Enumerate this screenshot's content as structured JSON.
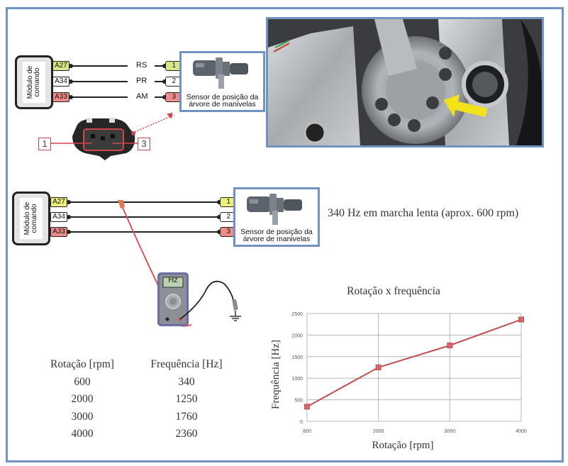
{
  "diagram_top": {
    "module_label": "Módulo de comando",
    "module_pins": [
      {
        "label": "A27",
        "color": "#d6e886"
      },
      {
        "label": "A34",
        "color": "#ffffff"
      },
      {
        "label": "A33",
        "color": "#ee8c8c"
      }
    ],
    "signals": [
      "RS",
      "PR",
      "AM"
    ],
    "sensor_pins": [
      {
        "label": "1",
        "color": "#d6e886"
      },
      {
        "label": "2",
        "color": "#ffffff"
      },
      {
        "label": "3",
        "color": "#ee8c8c"
      }
    ],
    "sensor_caption": "Sensor de posição da árvore de manivelas",
    "connector_callouts": [
      "1",
      "3"
    ]
  },
  "photo": {
    "subject": "crankshaft timing gear with position sensor",
    "arrow_color": "#f4e21a"
  },
  "diagram_bottom": {
    "module_label": "Módulo de comando",
    "module_pins": [
      {
        "label": "A27",
        "color": "#ecef7a"
      },
      {
        "label": "A34",
        "color": "#ffffff"
      },
      {
        "label": "A33",
        "color": "#ee8c8c"
      }
    ],
    "sensor_pins": [
      {
        "label": "1",
        "color": "#ecef7a"
      },
      {
        "label": "2",
        "color": "#ffffff"
      },
      {
        "label": "3",
        "color": "#ee8c8c"
      }
    ],
    "sensor_caption": "Sensor de posição da árvore de manivelas",
    "multimeter_display": "Hz",
    "probe_color": "#d9535b"
  },
  "note": "340 Hz em marcha lenta (aprox. 600 rpm)",
  "table": {
    "headers": [
      "Rotação [rpm]",
      "Frequência [Hz]"
    ],
    "rows": [
      [
        "600",
        "340"
      ],
      [
        "2000",
        "1250"
      ],
      [
        "3000",
        "1760"
      ],
      [
        "4000",
        "2360"
      ]
    ]
  },
  "chart_data": {
    "type": "line",
    "title": "Rotação x frequência",
    "xlabel": "Rotação [rpm]",
    "ylabel": "Frequência [Hz]",
    "categories": [
      "600",
      "2000",
      "3000",
      "4000"
    ],
    "x_axis_kind": "categorical",
    "series": [
      {
        "name": "Frequência",
        "values": [
          340,
          1250,
          1760,
          2360
        ],
        "color": "#c0504d"
      }
    ],
    "ylim": [
      0,
      2500
    ],
    "yticks": [
      0,
      500,
      1000,
      1500,
      2000,
      2500
    ],
    "grid": true,
    "legend": "none",
    "marker": "square"
  },
  "colors": {
    "frame": "#6f93c2",
    "line": "#c0504d",
    "grid": "#b5b5b5"
  }
}
